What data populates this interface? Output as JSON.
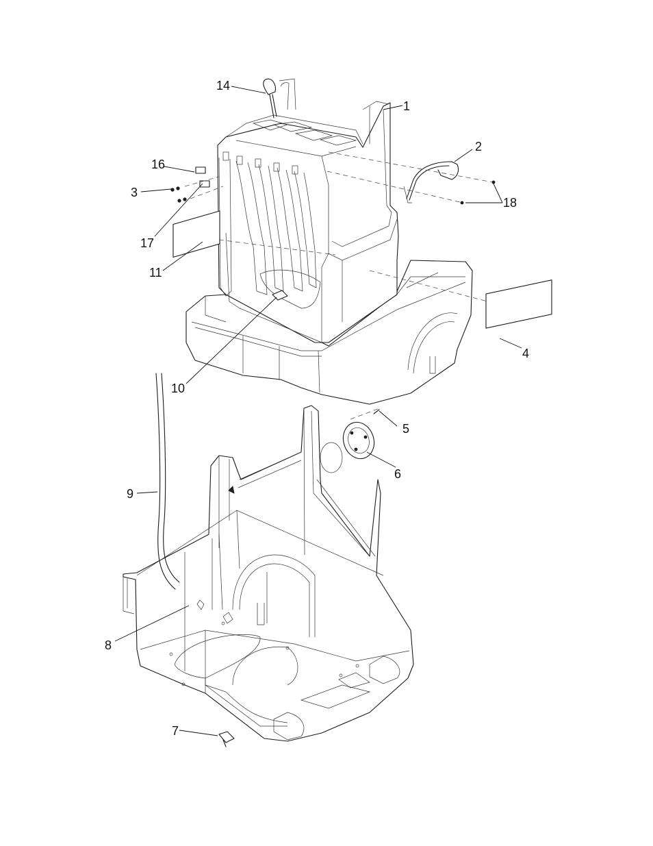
{
  "callouts": [
    {
      "id": "c1",
      "label": "1"
    },
    {
      "id": "c2",
      "label": "2"
    },
    {
      "id": "c3",
      "label": "3"
    },
    {
      "id": "c4",
      "label": "4"
    },
    {
      "id": "c5",
      "label": "5"
    },
    {
      "id": "c6",
      "label": "6"
    },
    {
      "id": "c7",
      "label": "7"
    },
    {
      "id": "c8",
      "label": "8"
    },
    {
      "id": "c9",
      "label": "9"
    },
    {
      "id": "c10",
      "label": "10"
    },
    {
      "id": "c11",
      "label": "11"
    },
    {
      "id": "c14",
      "label": "14"
    },
    {
      "id": "c16",
      "label": "16"
    },
    {
      "id": "c17",
      "label": "17"
    },
    {
      "id": "c18",
      "label": "18"
    }
  ]
}
